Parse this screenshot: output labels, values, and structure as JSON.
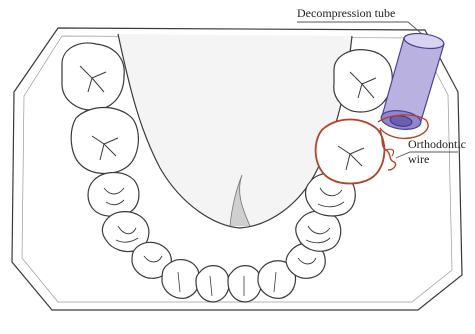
{
  "labels": {
    "tube": "Decompression tube",
    "wire_line1": "Orthodontic",
    "wire_line2": "wire"
  },
  "colors": {
    "outline": "#3a3a3a",
    "base_fill": "#ffffff",
    "palate_shadow": "#d9d9d9",
    "tube_fill": "#b9b2e0",
    "tube_dark": "#6a5fb0",
    "tube_light": "#d8d3f2",
    "wire": "#b5432c",
    "leader": "#555555"
  }
}
